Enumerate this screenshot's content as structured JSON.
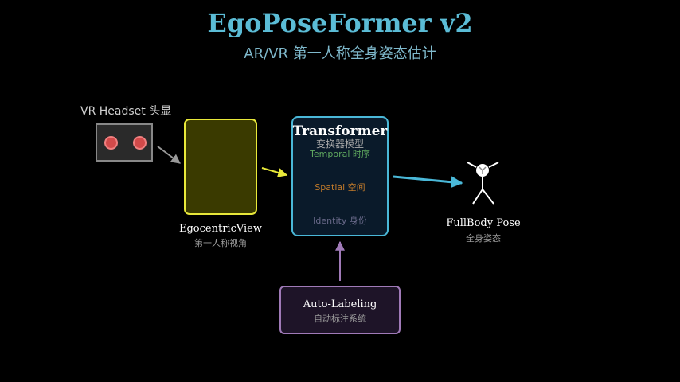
{
  "header": {
    "title": "EgoPoseFormer v2",
    "subtitle": "AR/VR 第一人称全身姿态估计"
  },
  "headset": {
    "label": "VR Headset 头显"
  },
  "ego_view": {
    "label": "EgocentricView",
    "sublabel": "第一人称视角"
  },
  "transformer": {
    "title": "Transformer",
    "subtitle": "变换器模型",
    "modules": [
      {
        "label": "Temporal 时序",
        "color": "#5fa85f"
      },
      {
        "label": "Spatial 空间",
        "color": "#c07a2a"
      },
      {
        "label": "Identity 身份",
        "color": "#6a6a8a"
      }
    ]
  },
  "auto_labeling": {
    "label": "Auto-Labeling",
    "sublabel": "自动标注系统"
  },
  "output": {
    "label": "FullBody Pose",
    "sublabel": "全身姿态"
  },
  "colors": {
    "title": "#5bbcd6",
    "ego_border": "#e8e83a",
    "transformer_border": "#4ab8d8",
    "auto_border": "#a07ab8"
  }
}
